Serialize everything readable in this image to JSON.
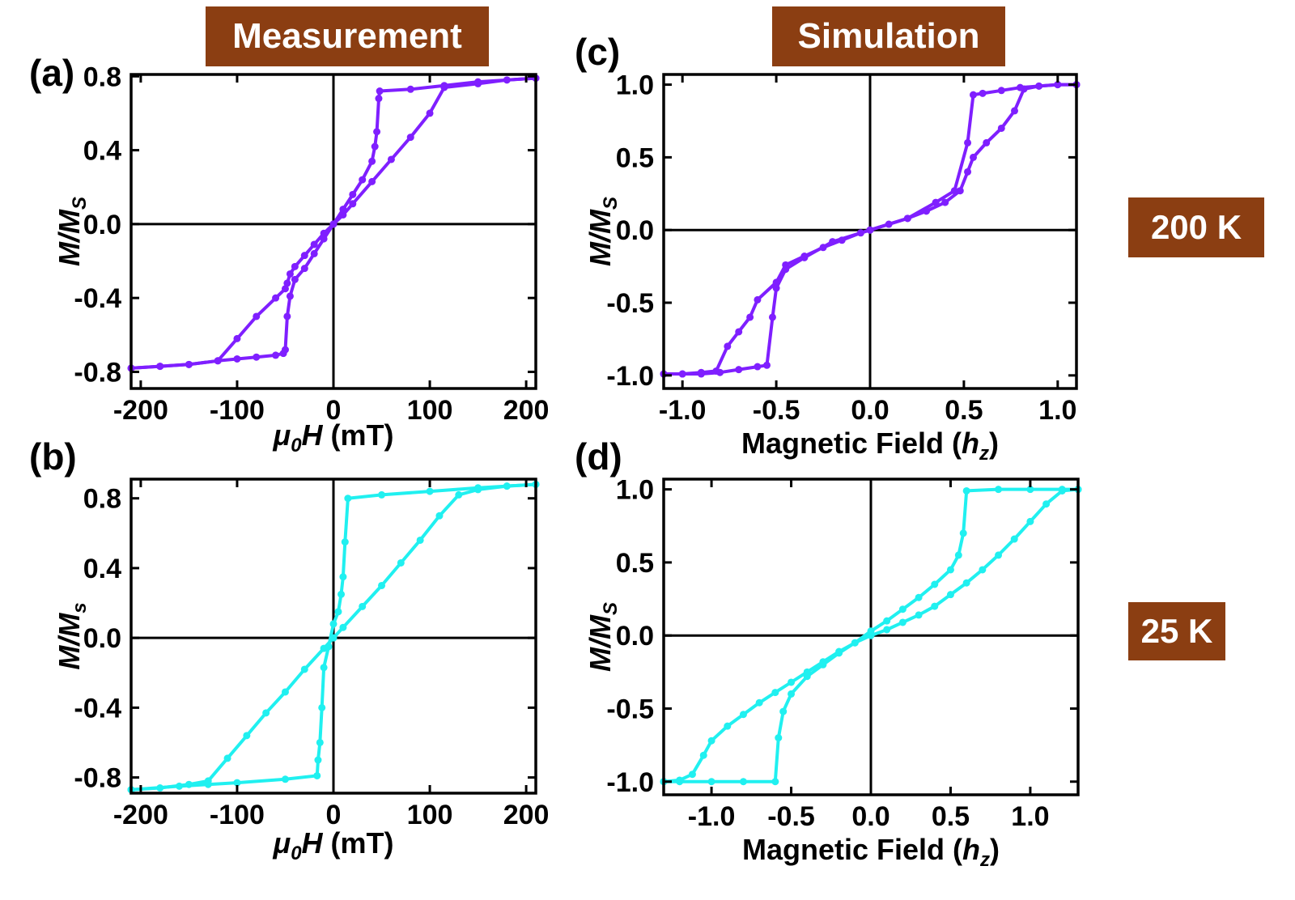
{
  "headers": {
    "measurement": "Measurement",
    "simulation": "Simulation"
  },
  "temperatures": {
    "t1": "200 K",
    "t2": "25 K"
  },
  "colors": {
    "purple": "#7F1FFF",
    "cyan": "#20F0F0",
    "header_bg": "#8B3E12",
    "axis": "#000000"
  },
  "chart_data": [
    {
      "id": "a",
      "panel_label": "(a)",
      "type": "line",
      "xlabel": "μ0H (mT)",
      "xlabel_main": "μ",
      "xlabel_sub": "0",
      "xlabel_var": "H",
      "xlabel_unit": " (mT)",
      "ylabel": "M/MS",
      "ylabel_main": "M/M",
      "ylabel_sub": "S",
      "xlim": [
        -210,
        210
      ],
      "ylim": [
        -0.89,
        0.81
      ],
      "xticks": [
        -200,
        -100,
        0,
        100,
        200
      ],
      "xtick_labels": [
        "-200",
        "-100",
        "0",
        "100",
        "200"
      ],
      "yticks": [
        -0.8,
        -0.4,
        0.0,
        0.4,
        0.8
      ],
      "ytick_labels": [
        "-0.8",
        "-0.4",
        "0.0",
        "0.4",
        "0.8"
      ],
      "color": "#7F1FFF",
      "series": [
        {
          "x": [
            -210,
            -180,
            -150,
            -120,
            -100,
            -80,
            -60,
            -50,
            -48,
            -45,
            -40,
            -30,
            -20,
            -10,
            0,
            10,
            20,
            40,
            60,
            80,
            100,
            115,
            150,
            180,
            210
          ],
          "y": [
            -0.78,
            -0.77,
            -0.76,
            -0.74,
            -0.62,
            -0.5,
            -0.4,
            -0.35,
            -0.32,
            -0.27,
            -0.23,
            -0.17,
            -0.11,
            -0.05,
            0.0,
            0.05,
            0.11,
            0.23,
            0.35,
            0.47,
            0.6,
            0.74,
            0.76,
            0.78,
            0.79
          ]
        },
        {
          "x": [
            210,
            150,
            115,
            80,
            48,
            47,
            45,
            43,
            40,
            30,
            20,
            10,
            0,
            -10,
            -20,
            -30,
            -40,
            -45,
            -48,
            -50,
            -52,
            -60,
            -80,
            -100,
            -120,
            -150,
            -180,
            -210
          ],
          "y": [
            0.79,
            0.77,
            0.75,
            0.73,
            0.72,
            0.68,
            0.5,
            0.42,
            0.34,
            0.24,
            0.16,
            0.08,
            0.0,
            -0.08,
            -0.16,
            -0.24,
            -0.3,
            -0.39,
            -0.5,
            -0.68,
            -0.7,
            -0.71,
            -0.72,
            -0.73,
            -0.74,
            -0.76,
            -0.77,
            -0.78
          ]
        }
      ]
    },
    {
      "id": "b",
      "panel_label": "(b)",
      "type": "line",
      "xlabel": "μ0H (mT)",
      "xlabel_main": "μ",
      "xlabel_sub": "0",
      "xlabel_var": "H",
      "xlabel_unit": " (mT)",
      "ylabel": "M/Ms",
      "ylabel_main": "M/M",
      "ylabel_sub": "s",
      "xlim": [
        -210,
        210
      ],
      "ylim": [
        -0.89,
        0.91
      ],
      "xticks": [
        -200,
        -100,
        0,
        100,
        200
      ],
      "xtick_labels": [
        "-200",
        "-100",
        "0",
        "100",
        "200"
      ],
      "yticks": [
        -0.8,
        -0.4,
        0.0,
        0.4,
        0.8
      ],
      "ytick_labels": [
        "-0.8",
        "-0.4",
        "0.0",
        "0.4",
        "0.8"
      ],
      "color": "#20F0F0",
      "series": [
        {
          "x": [
            -210,
            -180,
            -150,
            -130,
            -110,
            -90,
            -70,
            -50,
            -30,
            -10,
            0,
            10,
            30,
            50,
            70,
            90,
            110,
            130,
            150,
            180,
            210
          ],
          "y": [
            -0.87,
            -0.86,
            -0.84,
            -0.82,
            -0.69,
            -0.56,
            -0.43,
            -0.31,
            -0.18,
            -0.06,
            0.0,
            0.06,
            0.18,
            0.3,
            0.43,
            0.56,
            0.7,
            0.82,
            0.85,
            0.87,
            0.88
          ]
        },
        {
          "x": [
            210,
            180,
            150,
            100,
            50,
            15,
            12,
            10,
            8,
            5,
            0,
            -5,
            -10,
            -12,
            -14,
            -16,
            -17,
            -50,
            -100,
            -130,
            -160,
            -210
          ],
          "y": [
            0.88,
            0.87,
            0.86,
            0.84,
            0.82,
            0.8,
            0.55,
            0.35,
            0.25,
            0.15,
            0.08,
            -0.05,
            -0.17,
            -0.4,
            -0.6,
            -0.7,
            -0.79,
            -0.81,
            -0.83,
            -0.84,
            -0.85,
            -0.87
          ]
        }
      ]
    },
    {
      "id": "c",
      "panel_label": "(c)",
      "type": "line",
      "xlabel": "Magnetic Field (hz)",
      "xlabel_main": "Magnetic Field (",
      "xlabel_var": "h",
      "xlabel_sub": "z",
      "xlabel_unit": ")",
      "ylabel": "M/MS",
      "ylabel_main": "M/M",
      "ylabel_sub": "S",
      "xlim": [
        -1.1,
        1.1
      ],
      "ylim": [
        -1.09,
        1.07
      ],
      "xticks": [
        -1.0,
        -0.5,
        0.0,
        0.5,
        1.0
      ],
      "xtick_labels": [
        "-1.0",
        "-0.5",
        "0.0",
        "0.5",
        "1.0"
      ],
      "yticks": [
        -1.0,
        -0.5,
        0.0,
        0.5,
        1.0
      ],
      "ytick_labels": [
        "-1.0",
        "-0.5",
        "0.0",
        "0.5",
        "1.0"
      ],
      "color": "#7F1FFF",
      "series": [
        {
          "x": [
            -1.1,
            -1.0,
            -0.9,
            -0.82,
            -0.76,
            -0.7,
            -0.64,
            -0.6,
            -0.5,
            -0.45,
            -0.35,
            -0.25,
            -0.15,
            -0.05,
            0.0,
            0.1,
            0.2,
            0.3,
            0.4,
            0.48,
            0.52,
            0.55,
            0.62,
            0.7,
            0.77,
            0.82,
            0.9,
            1.0,
            1.1
          ],
          "y": [
            -0.99,
            -0.99,
            -0.98,
            -0.97,
            -0.8,
            -0.7,
            -0.6,
            -0.48,
            -0.36,
            -0.24,
            -0.18,
            -0.12,
            -0.07,
            -0.02,
            0.0,
            0.04,
            0.08,
            0.13,
            0.19,
            0.27,
            0.4,
            0.5,
            0.6,
            0.7,
            0.82,
            0.97,
            0.99,
            1.0,
            1.0
          ]
        },
        {
          "x": [
            1.1,
            1.0,
            0.9,
            0.8,
            0.7,
            0.6,
            0.55,
            0.52,
            0.45,
            0.35,
            0.2,
            0.0,
            -0.2,
            -0.35,
            -0.45,
            -0.5,
            -0.52,
            -0.55,
            -0.6,
            -0.7,
            -0.8,
            -0.9,
            -1.0,
            -1.1
          ],
          "y": [
            1.0,
            1.0,
            0.99,
            0.98,
            0.96,
            0.94,
            0.93,
            0.6,
            0.27,
            0.19,
            0.08,
            0.0,
            -0.08,
            -0.19,
            -0.27,
            -0.4,
            -0.6,
            -0.93,
            -0.94,
            -0.96,
            -0.98,
            -0.99,
            -0.99,
            -0.99
          ]
        }
      ]
    },
    {
      "id": "d",
      "panel_label": "(d)",
      "type": "line",
      "xlabel": "Magnetic Field (hz)",
      "xlabel_main": "Magnetic Field (",
      "xlabel_var": "h",
      "xlabel_sub": "z",
      "xlabel_unit": ")",
      "ylabel": "M/MS",
      "ylabel_main": "M/M",
      "ylabel_sub": "S",
      "xlim": [
        -1.3,
        1.3
      ],
      "ylim": [
        -1.09,
        1.07
      ],
      "xticks": [
        -1.0,
        -0.5,
        0.0,
        0.5,
        1.0
      ],
      "xtick_labels": [
        "-1.0",
        "-0.5",
        "0.0",
        "0.5",
        "1.0"
      ],
      "yticks": [
        -1.0,
        -0.5,
        0.0,
        0.5,
        1.0
      ],
      "ytick_labels": [
        "-1.0",
        "-0.5",
        "0.0",
        "0.5",
        "1.0"
      ],
      "color": "#20F0F0",
      "series": [
        {
          "x": [
            -1.3,
            -1.2,
            -1.12,
            -1.05,
            -1.0,
            -0.9,
            -0.8,
            -0.7,
            -0.6,
            -0.5,
            -0.4,
            -0.3,
            -0.2,
            -0.1,
            0.0,
            0.1,
            0.2,
            0.3,
            0.4,
            0.5,
            0.6,
            0.7,
            0.8,
            0.9,
            1.0,
            1.1,
            1.2,
            1.3
          ],
          "y": [
            -1.0,
            -0.99,
            -0.95,
            -0.82,
            -0.72,
            -0.62,
            -0.54,
            -0.46,
            -0.39,
            -0.32,
            -0.25,
            -0.18,
            -0.11,
            -0.05,
            0.0,
            0.04,
            0.09,
            0.14,
            0.2,
            0.28,
            0.36,
            0.45,
            0.55,
            0.66,
            0.78,
            0.9,
            0.99,
            1.0
          ]
        },
        {
          "x": [
            1.3,
            1.2,
            1.0,
            0.8,
            0.6,
            0.58,
            0.55,
            0.5,
            0.4,
            0.3,
            0.2,
            0.1,
            0.0,
            -0.1,
            -0.2,
            -0.3,
            -0.4,
            -0.5,
            -0.55,
            -0.58,
            -0.6,
            -0.8,
            -1.0,
            -1.2,
            -1.3
          ],
          "y": [
            1.0,
            1.0,
            1.0,
            1.0,
            0.99,
            0.7,
            0.55,
            0.45,
            0.35,
            0.26,
            0.18,
            0.1,
            0.03,
            -0.05,
            -0.12,
            -0.2,
            -0.28,
            -0.4,
            -0.52,
            -0.7,
            -1.0,
            -1.0,
            -1.0,
            -1.0,
            -1.0
          ]
        }
      ]
    }
  ]
}
